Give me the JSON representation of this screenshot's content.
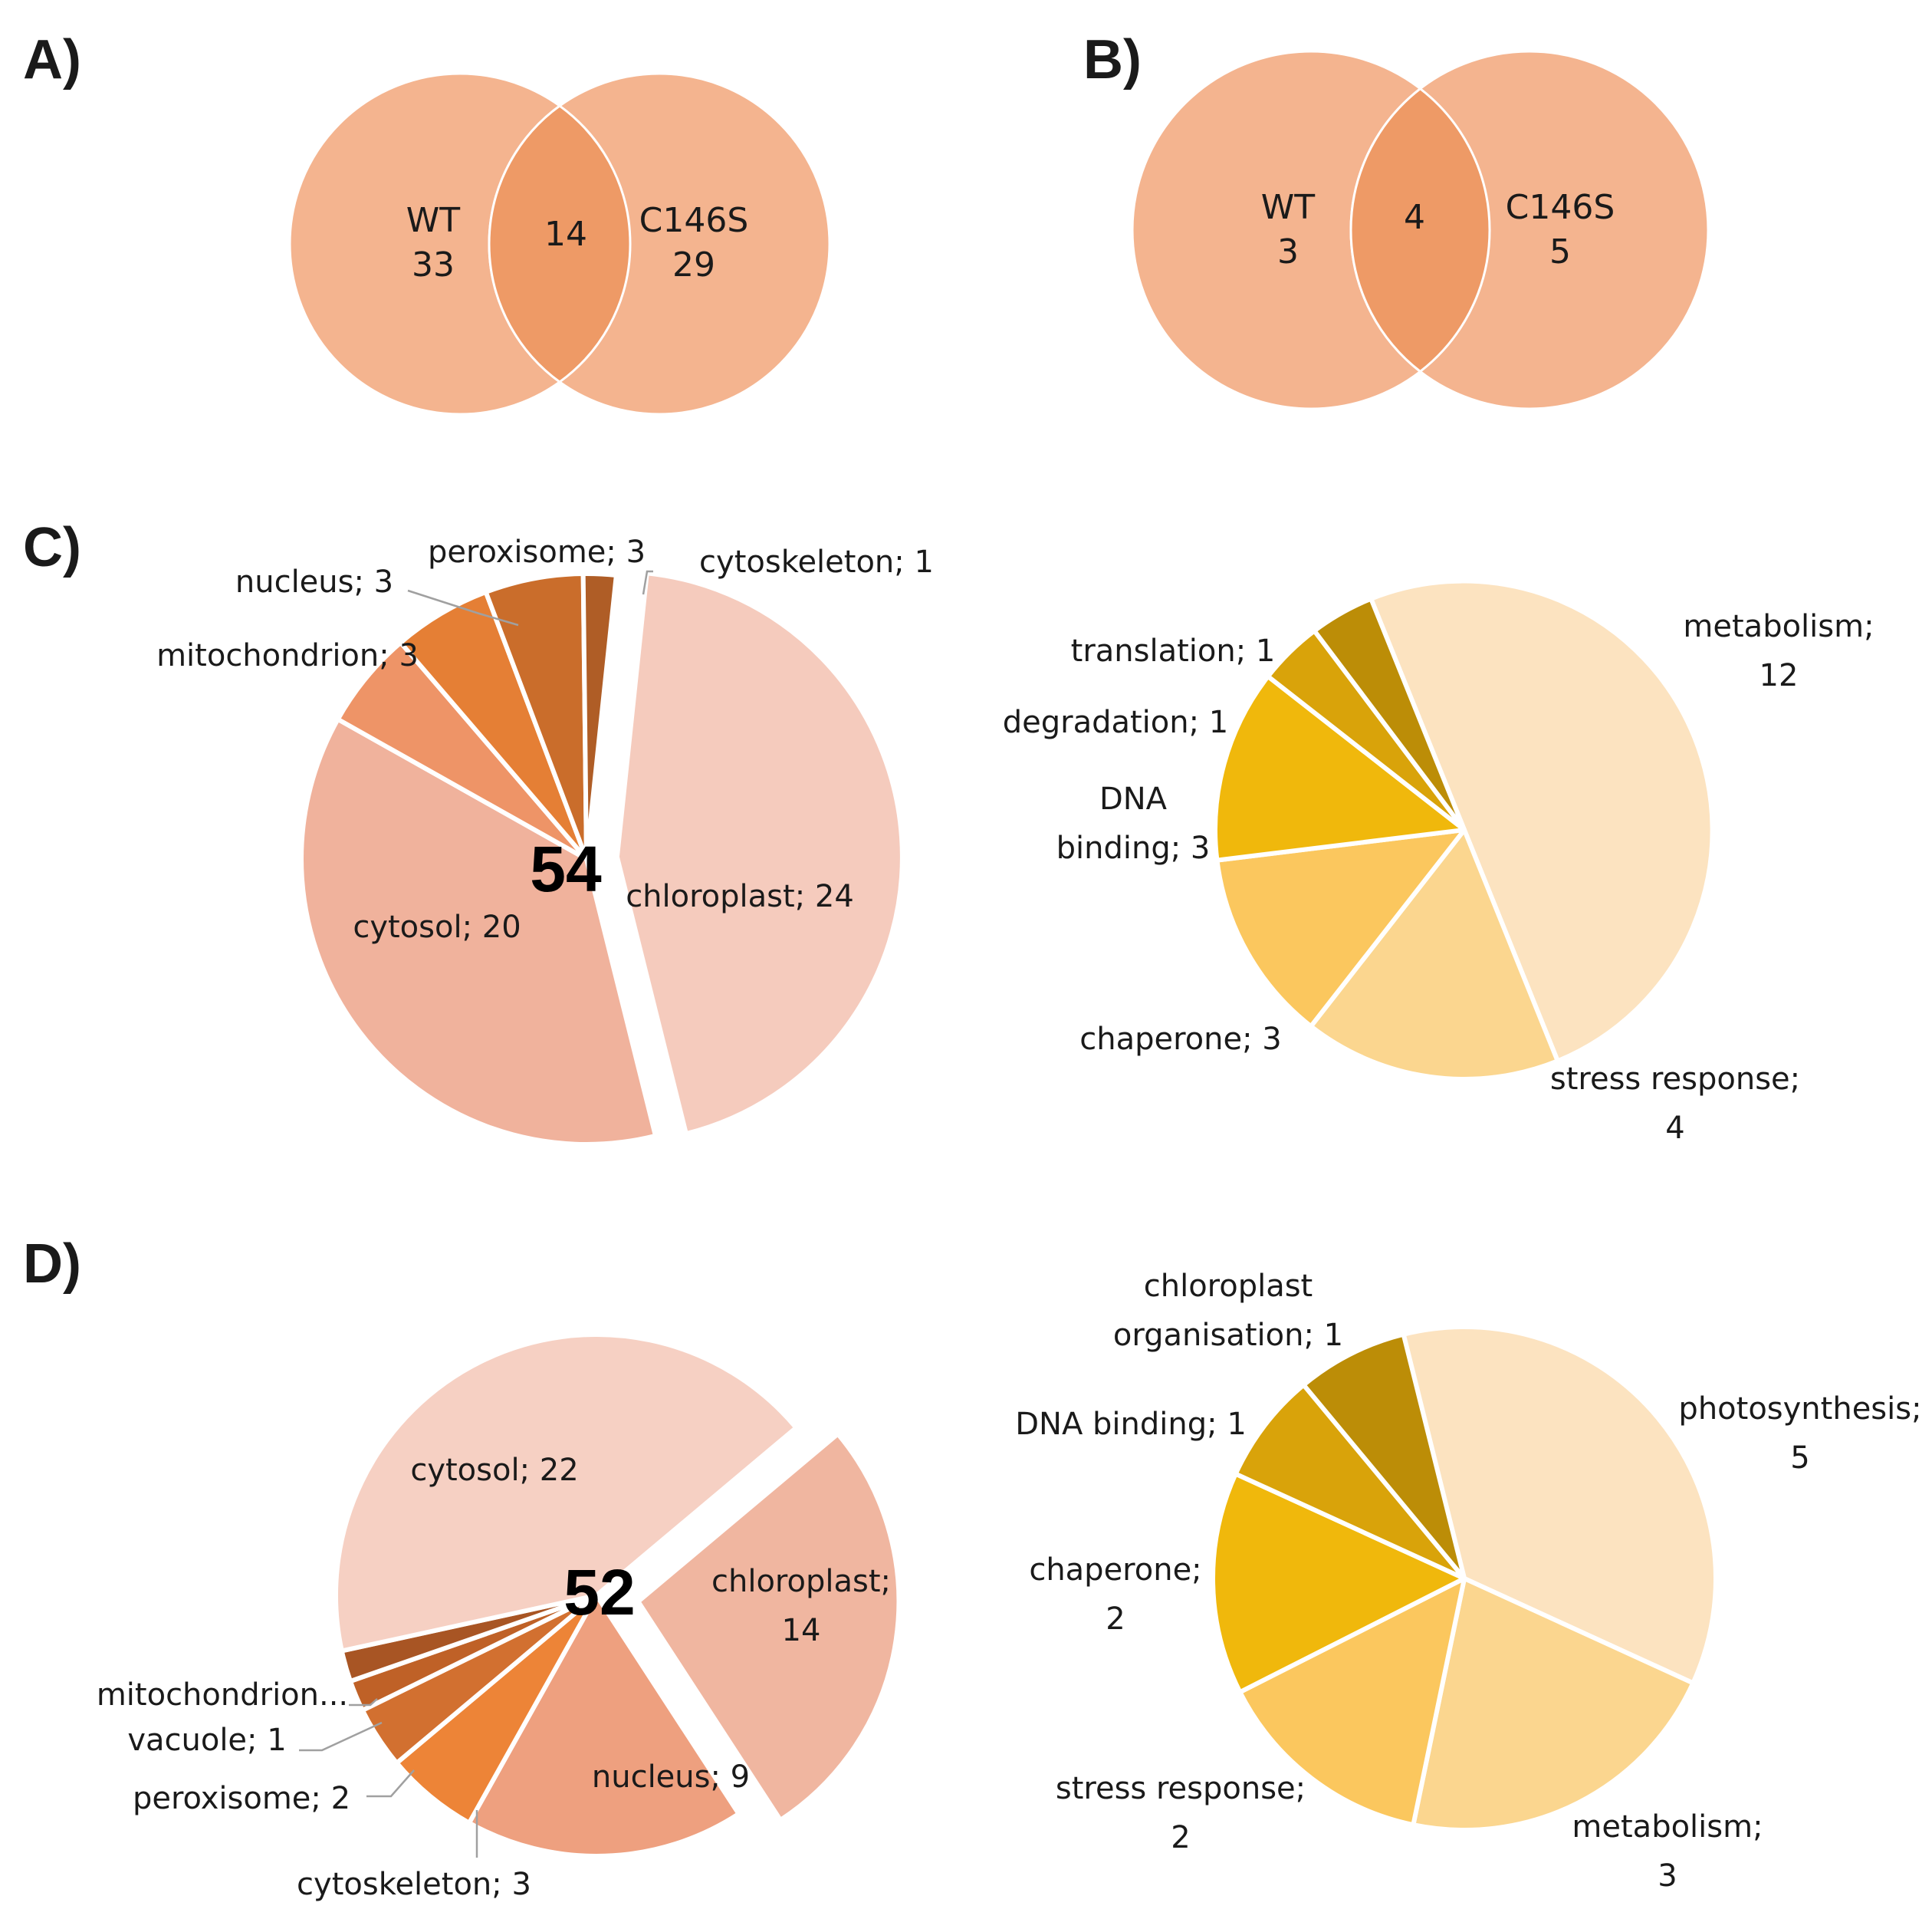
{
  "panels": [
    "A)",
    "B)",
    "C)",
    "D)"
  ],
  "chart_data": [
    {
      "panel": "A)",
      "type": "venn",
      "sets": [
        {
          "name": "WT",
          "only": 33
        },
        {
          "name": "C146S",
          "only": 29
        }
      ],
      "intersection": 14,
      "colors": {
        "circle": "#F4B48F",
        "overlap": "#EE9A66"
      }
    },
    {
      "panel": "B)",
      "type": "venn",
      "sets": [
        {
          "name": "WT",
          "only": 3
        },
        {
          "name": "C146S",
          "only": 5
        }
      ],
      "intersection": 4,
      "colors": {
        "circle": "#F4B48F",
        "overlap": "#EE9A66"
      }
    },
    {
      "panel": "C)",
      "type": "pie",
      "total": 54,
      "slices": [
        {
          "name": "chloroplast",
          "value": 24,
          "label": "chloroplast; 24",
          "color": "#F5CBBD"
        },
        {
          "name": "cytosol",
          "value": 20,
          "label": "cytosol; 20",
          "color": "#F0B29C"
        },
        {
          "name": "mitochondrion",
          "value": 3,
          "label": "mitochondrion; 3",
          "color": "#EE9467"
        },
        {
          "name": "nucleus",
          "value": 3,
          "label": "nucleus; 3",
          "color": "#E57F35"
        },
        {
          "name": "peroxisome",
          "value": 3,
          "label": "peroxisome; 3",
          "color": "#CA6D2B"
        },
        {
          "name": "cytoskeleton",
          "value": 1,
          "label": "cytoskeleton; 1",
          "color": "#AF5D26"
        }
      ]
    },
    {
      "panel": "C)",
      "type": "pie",
      "slices": [
        {
          "name": "metabolism",
          "value": 12,
          "label": [
            "metabolism;",
            "12"
          ],
          "color": "#FCE3C0"
        },
        {
          "name": "stress response",
          "value": 4,
          "label": [
            "stress response;",
            "4"
          ],
          "color": "#FBD68F"
        },
        {
          "name": "chaperone",
          "value": 3,
          "label": [
            "chaperone; 3"
          ],
          "color": "#FBC75E"
        },
        {
          "name": "DNA binding",
          "value": 3,
          "label": [
            "DNA",
            "binding; 3"
          ],
          "color": "#F0B80C"
        },
        {
          "name": "degradation",
          "value": 1,
          "label": [
            "degradation; 1"
          ],
          "color": "#D9A30A"
        },
        {
          "name": "translation",
          "value": 1,
          "label": [
            "translation; 1"
          ],
          "color": "#BC8D07"
        }
      ]
    },
    {
      "panel": "D)",
      "type": "pie",
      "total": 52,
      "slices": [
        {
          "name": "chloroplast",
          "value": 14,
          "label": [
            "chloroplast;",
            "14"
          ],
          "color": "#F0B6A0"
        },
        {
          "name": "nucleus",
          "value": 9,
          "label": [
            "nucleus; 9"
          ],
          "color": "#EEA07F"
        },
        {
          "name": "cytoskeleton",
          "value": 3,
          "label": [
            "cytoskeleton; 3"
          ],
          "color": "#ED8437"
        },
        {
          "name": "peroxisome",
          "value": 2,
          "label": [
            "peroxisome; 2"
          ],
          "color": "#D27030"
        },
        {
          "name": "vacuole",
          "value": 1,
          "label": [
            "vacuole; 1"
          ],
          "color": "#BF6127"
        },
        {
          "name": "mitochondrion",
          "value": 1,
          "label": [
            "mitochondrion..."
          ],
          "color": "#A85524"
        },
        {
          "name": "cytosol",
          "value": 22,
          "label": [
            "cytosol; 22"
          ],
          "color": "#F6D0C3"
        }
      ]
    },
    {
      "panel": "D)",
      "type": "pie",
      "slices": [
        {
          "name": "photosynthesis",
          "value": 5,
          "label": [
            "photosynthesis;",
            "5"
          ],
          "color": "#FCE3C0"
        },
        {
          "name": "metabolism",
          "value": 3,
          "label": [
            "metabolism;",
            "3"
          ],
          "color": "#FBD68F"
        },
        {
          "name": "stress response",
          "value": 2,
          "label": [
            "stress response;",
            "2"
          ],
          "color": "#FBC75E"
        },
        {
          "name": "chaperone",
          "value": 2,
          "label": [
            "chaperone;",
            "2"
          ],
          "color": "#F0B80C"
        },
        {
          "name": "DNA binding",
          "value": 1,
          "label": [
            "DNA binding; 1"
          ],
          "color": "#D9A30A"
        },
        {
          "name": "chloroplast organisation",
          "value": 1,
          "label": [
            "chloroplast",
            "organisation; 1"
          ],
          "color": "#BC8D07"
        }
      ]
    }
  ]
}
